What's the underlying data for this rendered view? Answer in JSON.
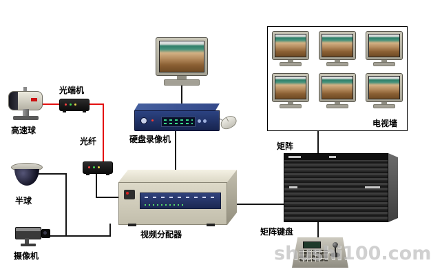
{
  "labels": {
    "speed_dome": "高速球",
    "optical_transceiver": "光端机",
    "optical_fiber": "光纤",
    "mini_dome": "半球",
    "camera": "摄像机",
    "dvr": "硬盘录像机",
    "video_distributor": "视频分配器",
    "tv_wall": "电视墙",
    "matrix": "矩阵",
    "matrix_keyboard": "矩阵键盘"
  },
  "tv_wall": {
    "monitor_rows": 2,
    "monitor_cols": 3,
    "monitor_count": 6
  },
  "colors": {
    "fiber_line": "#e41010",
    "video_line": "#151515",
    "mouse_cable": "#999999"
  },
  "watermark": "shushi100.com"
}
